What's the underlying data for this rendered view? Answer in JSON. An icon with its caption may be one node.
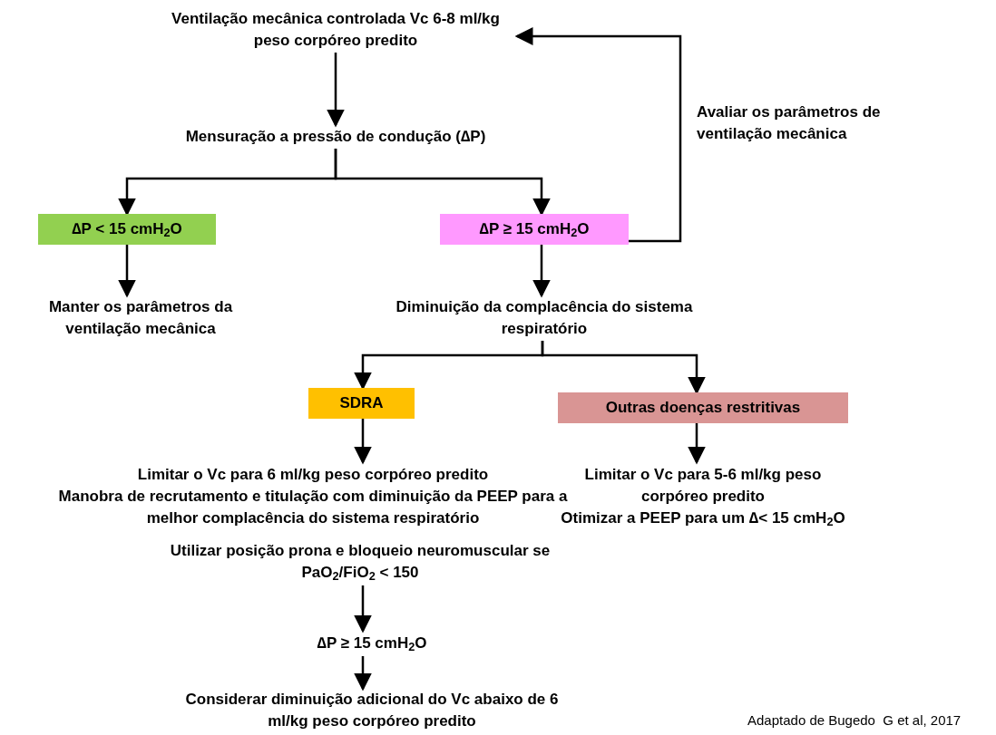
{
  "diagram": {
    "nodes": [
      {
        "text": [
          "Ventilação mecânica controlada Vc 6-8 ml/kg peso corpóreo predito"
        ]
      },
      {
        "text": [
          "Mensuração a pressão de condução (∆P)"
        ]
      },
      {
        "text": [
          "∆P < 15 cmH$_{2}$O"
        ]
      },
      {
        "text": [
          "∆P ≥ 15 cmH$_{2}$O"
        ]
      },
      {
        "text": [
          "Manter os parâmetros da ventilação mecânica"
        ]
      },
      {
        "text": [
          "Diminuição da complacência do sistema respiratório"
        ]
      },
      {
        "text": [
          "SDRA"
        ]
      },
      {
        "text": [
          "Outras doenças restritivas"
        ]
      },
      {
        "text": [
          "Limitar o Vc para 6 ml/kg peso corpóreo predito",
          "Manobra de recrutamento e titulação com diminuição da PEEP para a melhor complacência do sistema respiratório",
          "Utilizar posição prona e bloqueio neuromuscular se PaO$_{2}$/FiO$_{2}$ < 150"
        ]
      },
      {
        "text": [
          "Limitar o Vc para 5-6 ml/kg peso corpóreo predito",
          "Otimizar a PEEP para um ∆< 15 cmH$_{2}$O"
        ]
      },
      {
        "text": [
          "∆P ≥ 15 cmH$_{2}$O"
        ]
      },
      {
        "text": [
          "Considerar diminuição adicional do Vc abaixo de 6 ml/kg peso corpóreo predito"
        ]
      }
    ],
    "edges": [
      {
        "from": 0,
        "to": 1,
        "arrow": "to"
      },
      {
        "from": 1,
        "to": 2,
        "arrow": "to"
      },
      {
        "from": 1,
        "to": 3,
        "arrow": "to"
      },
      {
        "from": 2,
        "to": 4,
        "arrow": "to"
      },
      {
        "from": 3,
        "to": 5,
        "arrow": "to"
      },
      {
        "from": 5,
        "to": 6,
        "arrow": "to"
      },
      {
        "from": 5,
        "to": 7,
        "arrow": "to"
      },
      {
        "from": 6,
        "to": 8,
        "arrow": "to"
      },
      {
        "from": 7,
        "to": 9,
        "arrow": "to"
      },
      {
        "from": 8,
        "to": 10,
        "arrow": "to"
      },
      {
        "from": 10,
        "to": 11,
        "arrow": "to"
      },
      {
        "from": 3,
        "to": 0,
        "arrow": "to",
        "label": "Avaliar os parâmetros de ventilação mecânica"
      }
    ],
    "labels": [
      "Adaptado de Bugedo  G et al, 2017"
    ]
  }
}
